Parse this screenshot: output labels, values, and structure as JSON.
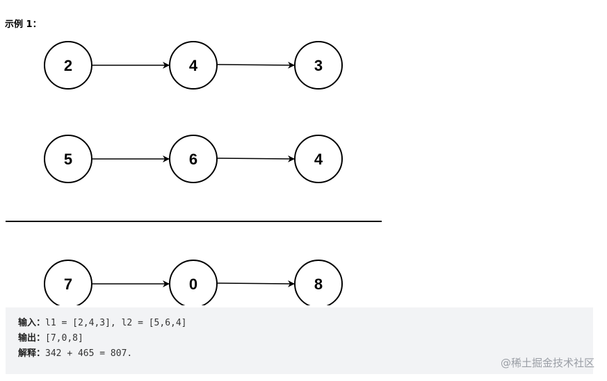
{
  "title": "示例 1：",
  "lists": [
    {
      "nodes": [
        "2",
        "4",
        "3"
      ]
    },
    {
      "nodes": [
        "5",
        "6",
        "4"
      ]
    },
    {
      "nodes": [
        "7",
        "0",
        "8"
      ]
    }
  ],
  "example": {
    "input_label": "输入：",
    "input_value": "l1 = [2,4,3], l2 = [5,6,4]",
    "output_label": "输出：",
    "output_value": "[7,0,8]",
    "explain_label": "解释：",
    "explain_value": "342 + 465 = 807."
  },
  "watermark": "@稀土掘金技术社区"
}
